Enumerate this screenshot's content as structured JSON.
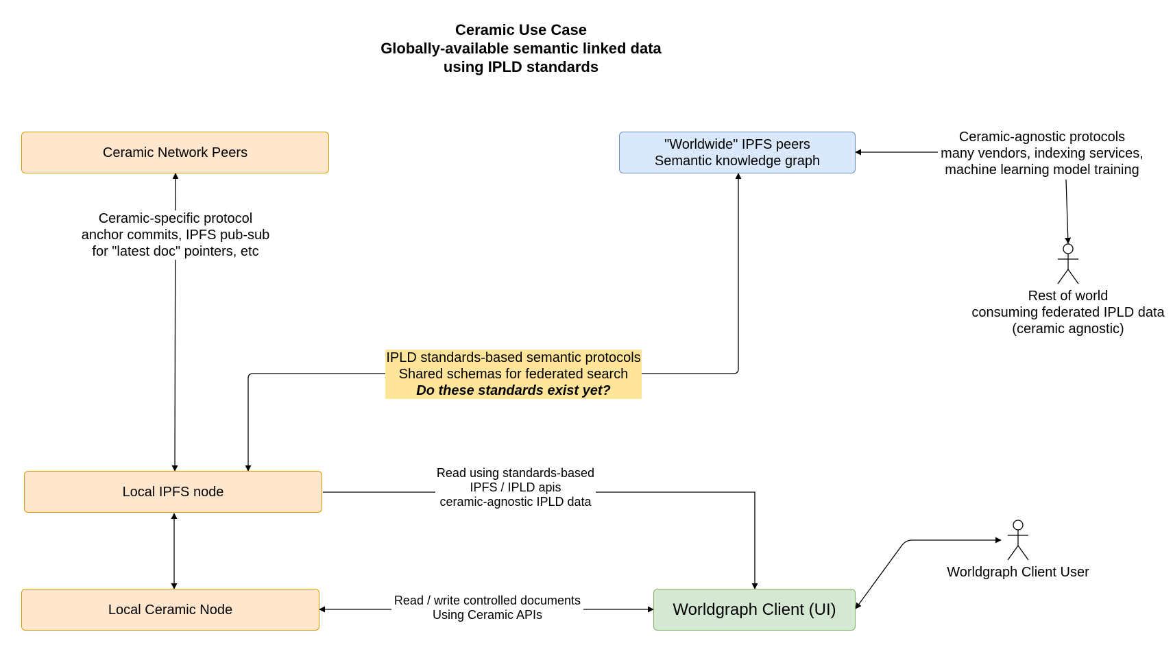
{
  "title": {
    "line1": "Ceramic Use Case",
    "line2": "Globally-available semantic linked data",
    "line3": "using IPLD standards"
  },
  "nodes": {
    "ceramic_network_peers": "Ceramic Network Peers",
    "worldwide_peers": {
      "line1": "\"Worldwide\" IPFS peers",
      "line2": "Semantic knowledge graph"
    },
    "local_ipfs_node": "Local IPFS node",
    "local_ceramic_node": "Local Ceramic Node",
    "worldgraph_client": "Worldgraph Client (UI)"
  },
  "labels": {
    "ceramic_protocol": {
      "line1": "Ceramic-specific protocol",
      "line2": "anchor commits, IPFS pub-sub",
      "line3": "for \"latest doc\" pointers, etc"
    },
    "agnostic_protocols": {
      "line1": "Ceramic-agnostic protocols",
      "line2": "many vendors, indexing services,",
      "line3": "machine learning model training"
    },
    "ipld_standards": {
      "line1": "IPLD standards-based semantic protocols",
      "line2": "Shared schemas for federated search",
      "line3": "Do these standards exist yet?"
    },
    "read_ipfs": {
      "line1": "Read using standards-based",
      "line2": "IPFS / IPLD apis",
      "line3": "ceramic-agnostic IPLD data"
    },
    "read_write_ceramic": {
      "line1": "Read / write controlled documents",
      "line2": "Using Ceramic APIs"
    }
  },
  "actors": {
    "rest_of_world": {
      "line1": "Rest of world",
      "line2": "consuming federated IPLD data",
      "line3": "(ceramic agnostic)"
    },
    "client_user": "Worldgraph Client User"
  },
  "colors": {
    "orange_fill": "#ffe6cc",
    "orange_stroke": "#d79b00",
    "blue_fill": "#dae8fc",
    "blue_stroke": "#6c8ebf",
    "green_fill": "#d5e8d4",
    "green_stroke": "#82b366",
    "highlight": "#ffe599"
  }
}
